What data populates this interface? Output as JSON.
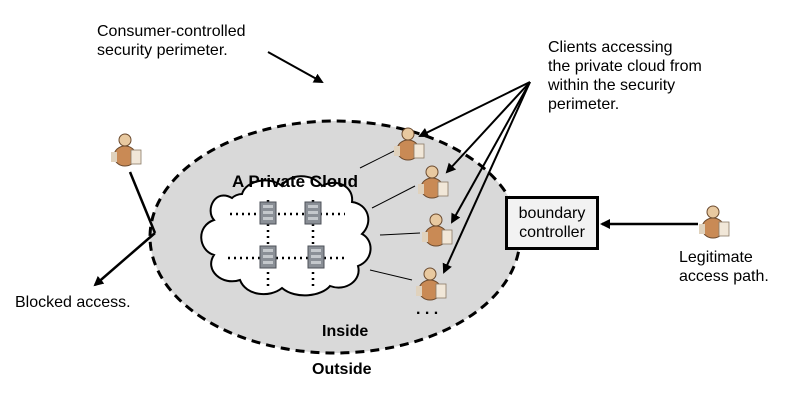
{
  "labels": {
    "perimeter": "Consumer-controlled\nsecurity perimeter.",
    "clients": "Clients accessing\nthe private cloud from\nwithin the security\nperimeter.",
    "cloud_title": "A Private Cloud",
    "boundary": "boundary\ncontroller",
    "legit": "Legitimate\naccess path.",
    "blocked": "Blocked access.",
    "inside": "Inside",
    "outside": "Outside",
    "ellipsis": ". . ."
  },
  "colors": {
    "perimeter_fill": "#d9d9d9",
    "cloud_fill": "#ffffff",
    "stroke": "#000000",
    "server": "#8a8f96",
    "person": "#c98a55"
  }
}
